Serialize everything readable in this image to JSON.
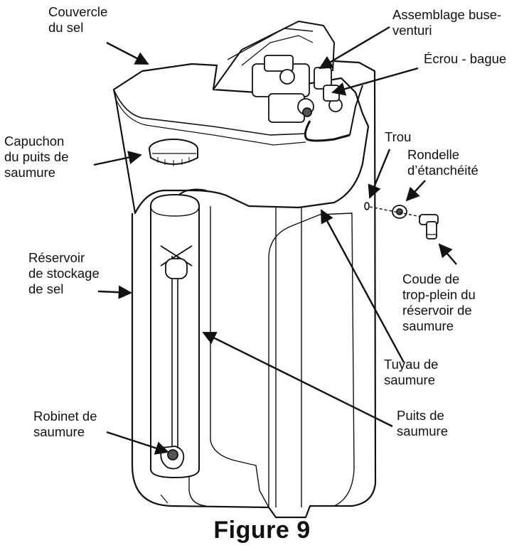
{
  "caption": "Figure 9",
  "labels": {
    "salt_lid": [
      "Couvercle",
      "du sel"
    ],
    "venturi": [
      "Assemblage buse-",
      "venturi"
    ],
    "nut_ring": [
      "Écrou - bague"
    ],
    "hole": [
      "Trou"
    ],
    "gasket": [
      "Rondelle",
      "d’étanchéité"
    ],
    "brine_well_cap": [
      "Capuchon",
      "du puits de",
      "saumure"
    ],
    "salt_tank": [
      "Réservoir",
      "de stockage",
      "de sel"
    ],
    "overflow_elbow": [
      "Coude de",
      "trop-plein du",
      "réservoir de",
      "saumure"
    ],
    "brine_tube": [
      "Tuyau de",
      "saumure"
    ],
    "brine_valve": [
      "Robinet de",
      "saumure"
    ],
    "brine_well": [
      "Puits de",
      "saumure"
    ]
  }
}
